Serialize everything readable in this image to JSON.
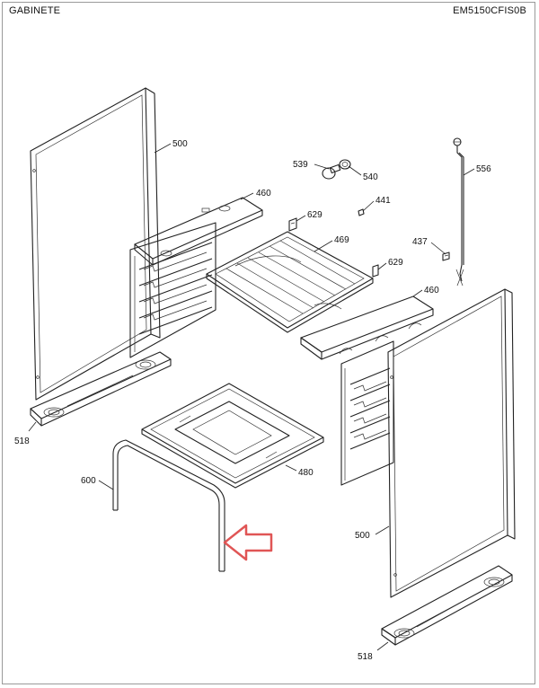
{
  "header": {
    "section": "GABINETE",
    "model": "EM5150CFIS0B"
  },
  "parts": {
    "p500_top": "500",
    "p539": "539",
    "p540": "540",
    "p556": "556",
    "p460_left": "460",
    "p441": "441",
    "p629_top": "629",
    "p469": "469",
    "p437": "437",
    "p629_mid": "629",
    "p460_right": "460",
    "p518_left": "518",
    "p600": "600",
    "p480": "480",
    "p500_bottom": "500",
    "p518_right": "518"
  },
  "colors": {
    "arrow": "#e05555",
    "line": "#222222"
  }
}
